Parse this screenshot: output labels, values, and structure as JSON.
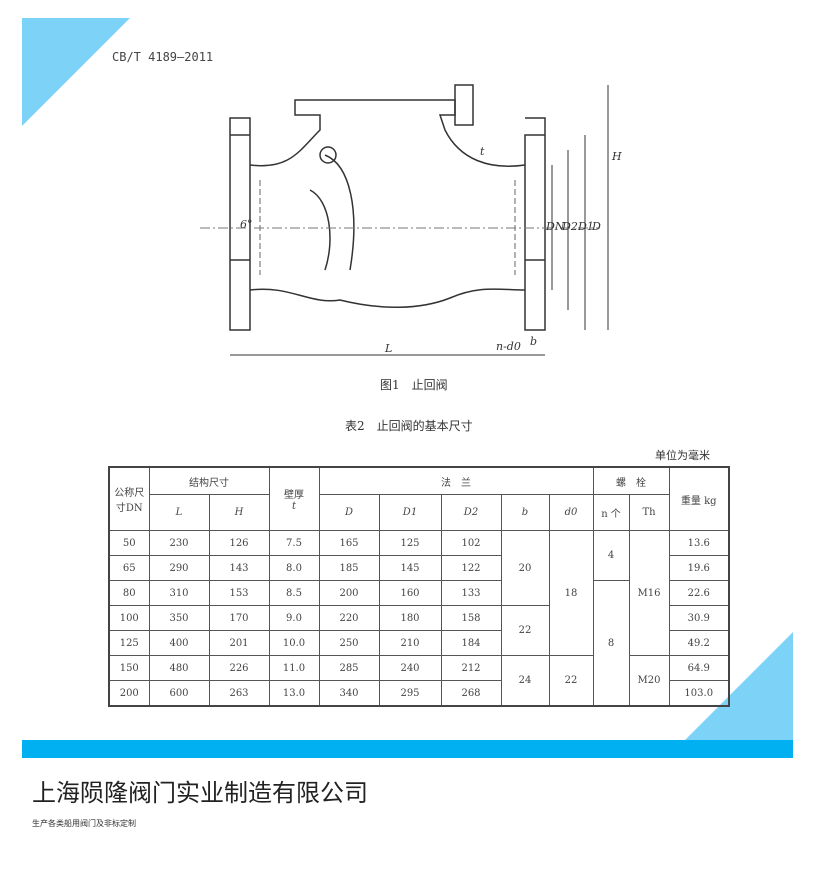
{
  "header": {
    "standard": "CB/T 4189—2011"
  },
  "figure": {
    "caption": "图1　止回阀",
    "labels": {
      "angle": "6°",
      "t": "t",
      "DN": "DN",
      "D2": "D2",
      "D1": "D1",
      "D": "D",
      "H": "H",
      "L": "L",
      "nd0": "n-d0",
      "b": "b"
    }
  },
  "table": {
    "title": "表2　止回阀的基本尺寸",
    "unit": "单位为毫米",
    "headers": {
      "dn": "公称尺寸DN",
      "struct": "结构尺寸",
      "L": "L",
      "H": "H",
      "wall": "壁厚",
      "t": "t",
      "flange": "法　兰",
      "D": "D",
      "D1": "D1",
      "D2": "D2",
      "b": "b",
      "d0": "d0",
      "bolt": "螺　栓",
      "n": "n 个",
      "th": "Th",
      "weight": "重量 kg"
    },
    "rows": [
      {
        "dn": "50",
        "L": "230",
        "H": "126",
        "t": "7.5",
        "D": "165",
        "D1": "125",
        "D2": "102",
        "kg": "13.6"
      },
      {
        "dn": "65",
        "L": "290",
        "H": "143",
        "t": "8.0",
        "D": "185",
        "D1": "145",
        "D2": "122",
        "kg": "19.6"
      },
      {
        "dn": "80",
        "L": "310",
        "H": "153",
        "t": "8.5",
        "D": "200",
        "D1": "160",
        "D2": "133",
        "kg": "22.6"
      },
      {
        "dn": "100",
        "L": "350",
        "H": "170",
        "t": "9.0",
        "D": "220",
        "D1": "180",
        "D2": "158",
        "kg": "30.9"
      },
      {
        "dn": "125",
        "L": "400",
        "H": "201",
        "t": "10.0",
        "D": "250",
        "D1": "210",
        "D2": "184",
        "kg": "49.2"
      },
      {
        "dn": "150",
        "L": "480",
        "H": "226",
        "t": "11.0",
        "D": "285",
        "D1": "240",
        "D2": "212",
        "kg": "64.9"
      },
      {
        "dn": "200",
        "L": "600",
        "H": "263",
        "t": "13.0",
        "D": "340",
        "D1": "295",
        "D2": "268",
        "kg": "103.0"
      }
    ],
    "merged": {
      "b20": "20",
      "b22": "22",
      "b24": "24",
      "d18": "18",
      "d22": "22",
      "n4": "4",
      "n8": "8",
      "m16": "M16",
      "m20": "M20"
    }
  },
  "footer": {
    "company": "上海陨隆阀门实业制造有限公司",
    "tagline": "生产各类船用阀门及非标定制"
  },
  "colors": {
    "accent": "#00b0f0",
    "triangle": "#7dd3f7"
  }
}
